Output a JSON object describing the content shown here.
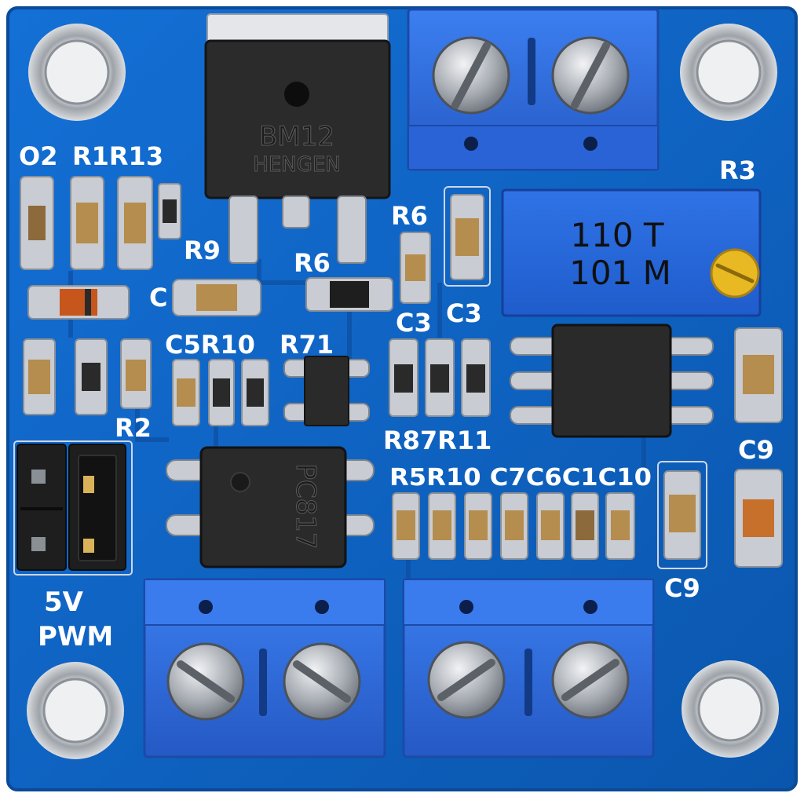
{
  "silkscreen": {
    "q2": "O2",
    "r1r13": "R1R13",
    "r9": "R9",
    "c_left": "C",
    "r6_mid": "R6",
    "r6_right": "R6",
    "c3_a": "C3",
    "c3_b": "C3",
    "r3": "R3",
    "c5r10": "C5R10",
    "r71": "R71",
    "r2": "R2",
    "r87r11": "R87R11",
    "c9_top": "C9",
    "row_labels": "R5R10 C7C6C1C10",
    "c9_bottom": "C9",
    "v5": "5V",
    "pwm": "PWM"
  },
  "regulator": {
    "line1": "BM12",
    "line2": "HENGEN"
  },
  "optocoupler": {
    "marking": "PC817"
  },
  "potentiometer": {
    "line1": "110 T",
    "line2": "101 M"
  },
  "colors": {
    "pcb": "#0b5fbf",
    "pcb_edge": "#0a4fa3",
    "terminal_blue": "#2f6fe0",
    "chip_black": "#2a2a2a",
    "solder": "#c9ccd2",
    "silk": "#ffffff"
  },
  "icons": [
    "mounting-hole-icon",
    "screw-icon",
    "pin-header-icon"
  ]
}
